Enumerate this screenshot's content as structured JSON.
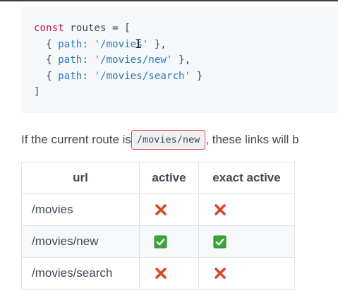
{
  "code": {
    "line1_kw": "const",
    "line1_rest": " routes = [",
    "routes": [
      {
        "indent": "  { ",
        "key": "path",
        "sep": ": ",
        "value": "'/movies'",
        "end": " },"
      },
      {
        "indent": "  { ",
        "key": "path",
        "sep": ": ",
        "value": "'/movies/new'",
        "end": " },"
      },
      {
        "indent": "  { ",
        "key": "path",
        "sep": ": ",
        "value": "'/movies/search'",
        "end": " }"
      }
    ],
    "close": "]"
  },
  "sentence": {
    "before": "If the current route is ",
    "route": "/movies/new",
    "after": ", these links will b"
  },
  "table": {
    "headers": [
      "url",
      "active",
      "exact active"
    ],
    "rows": [
      {
        "url": "/movies",
        "active": false,
        "exact": false
      },
      {
        "url": "/movies/new",
        "active": true,
        "exact": true
      },
      {
        "url": "/movies/search",
        "active": false,
        "exact": false
      }
    ]
  },
  "colors": {
    "cross": "#d9442b",
    "check_bg": "#3aa53a",
    "highlight_border": "#e23b3b"
  },
  "icons": {
    "false": "cross-icon",
    "true": "check-icon"
  }
}
